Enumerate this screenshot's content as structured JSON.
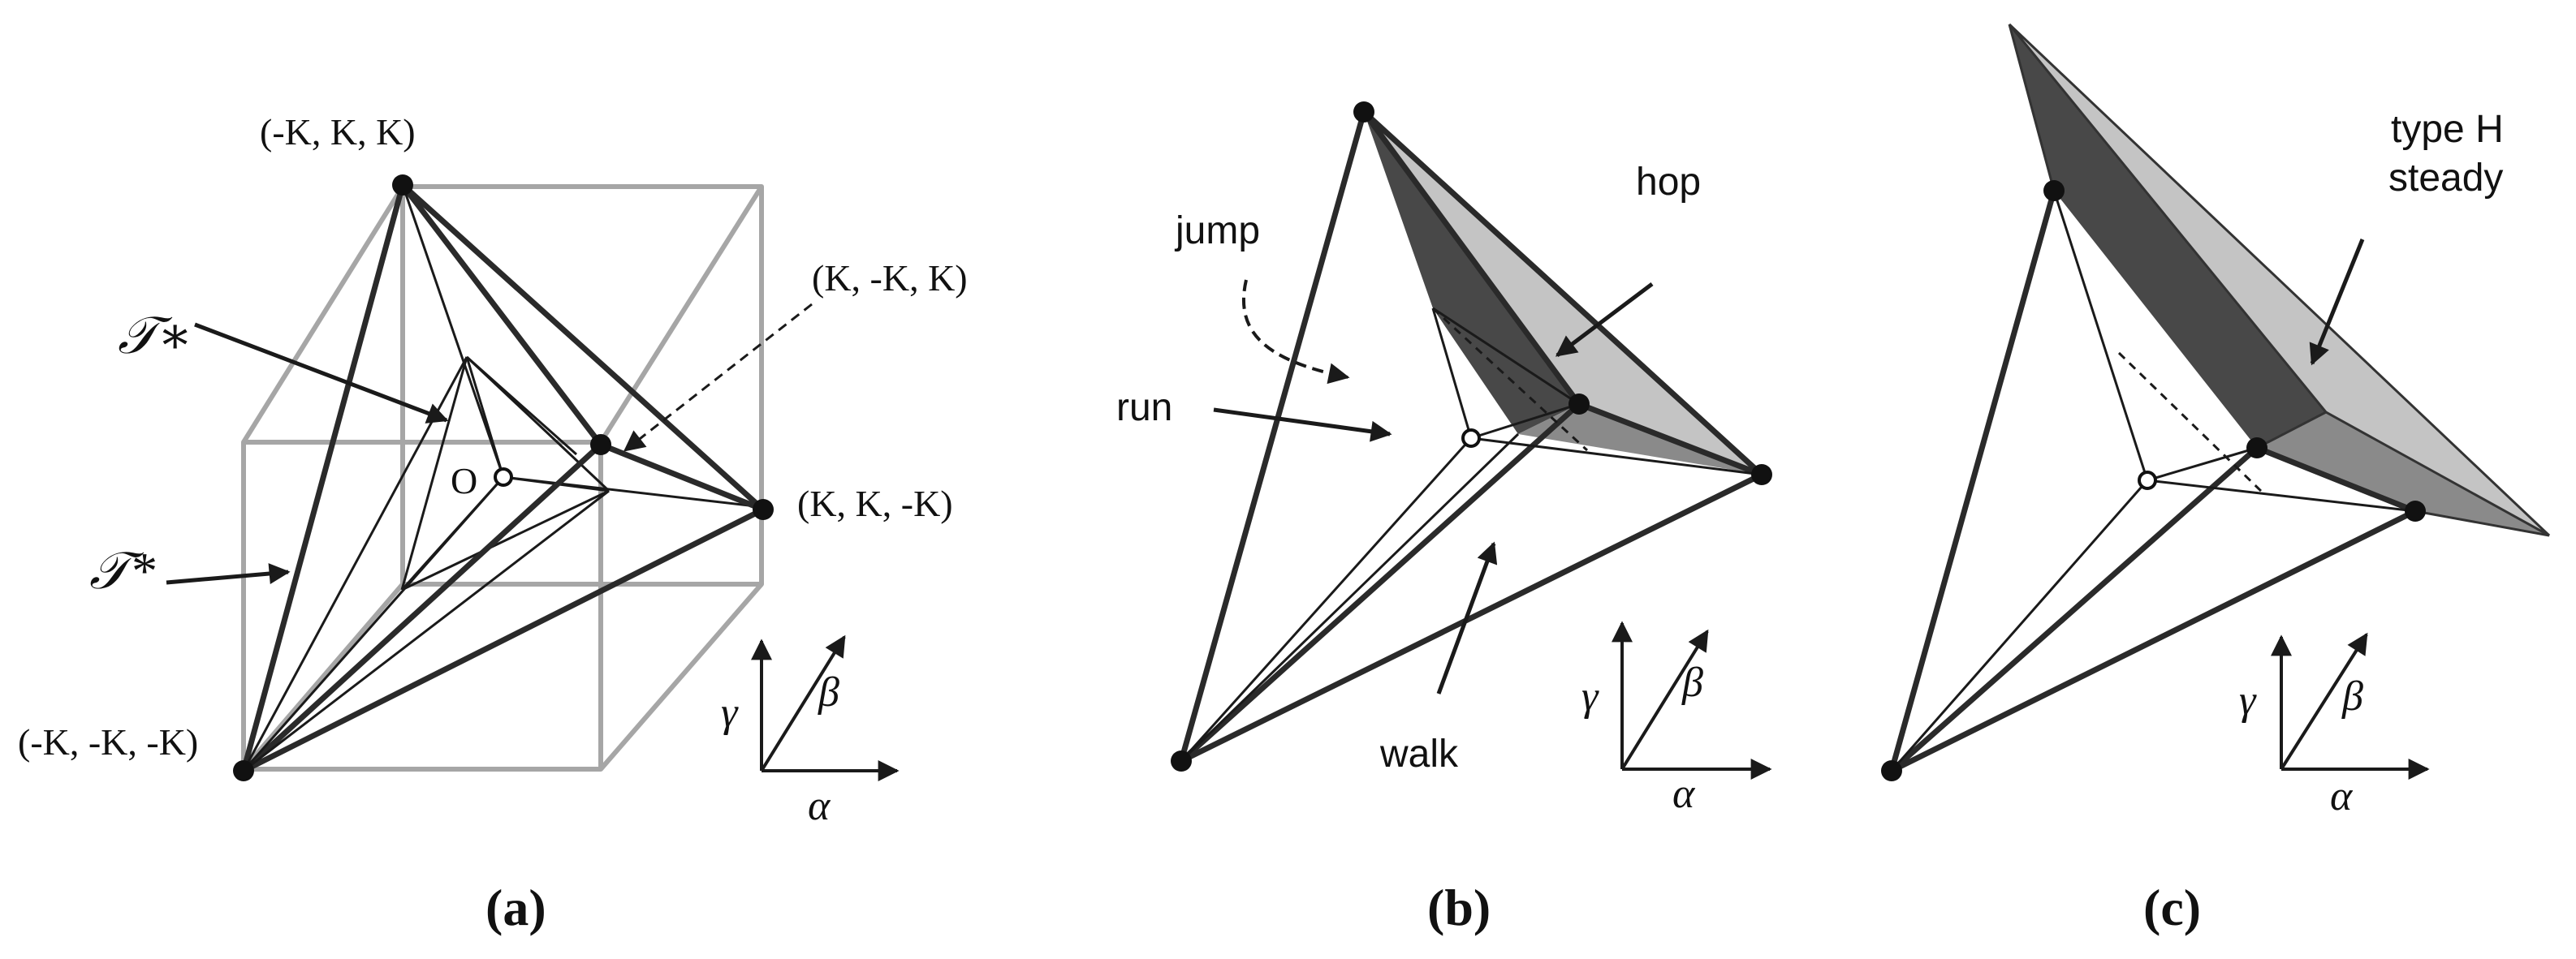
{
  "panel_a": {
    "vertices": {
      "top": "(-K, K, K)",
      "front": "(K, -K, K)",
      "right": "(K, K, -K)",
      "bottom": "(-K, -K, -K)"
    },
    "origin": "O",
    "t_lower_star": "𝒯∗",
    "t_upper_star": "𝒯*",
    "caption": "(a)"
  },
  "panel_b": {
    "labels": {
      "jump": "jump",
      "hop": "hop",
      "run": "run",
      "walk": "walk"
    },
    "caption": "(b)"
  },
  "panel_c": {
    "label_line1": "type H",
    "label_line2": "steady",
    "caption": "(c)"
  },
  "axes": {
    "alpha": "α",
    "beta": "β",
    "gamma": "γ"
  },
  "colors": {
    "ink": "#1a1a1a",
    "cube_gray": "#a6a6a6",
    "face_dark": "#484848",
    "face_mid": "#8a8a8a",
    "face_light": "#c4c4c4"
  }
}
